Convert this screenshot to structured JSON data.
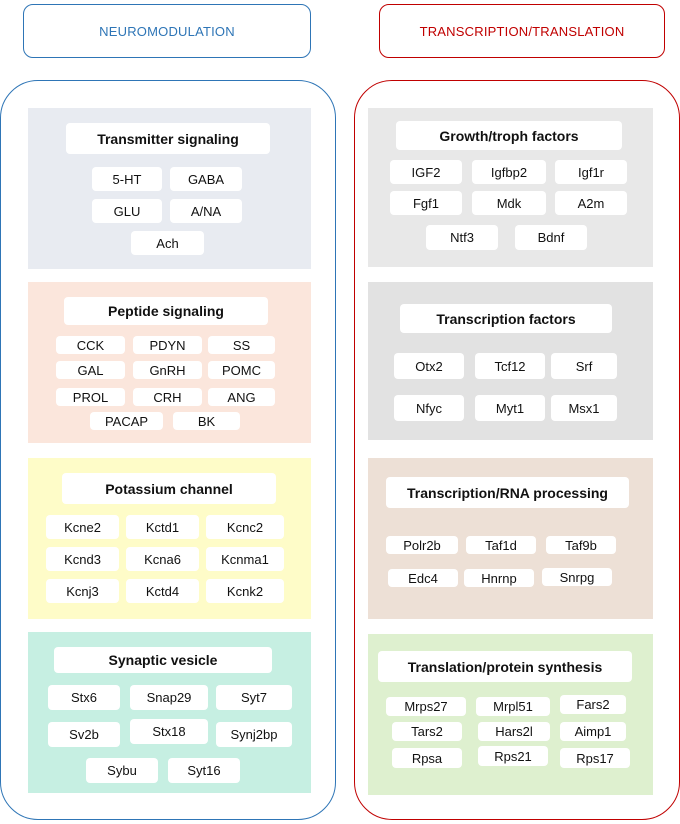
{
  "neuromodulation": {
    "title": "NEUROMODULATION",
    "color": "#2e75b6",
    "sections": [
      {
        "title": "Transmitter signaling",
        "bg": "#e8ebf1",
        "items": [
          "5-HT",
          "GABA",
          "GLU",
          "A/NA",
          "Ach"
        ]
      },
      {
        "title": "Peptide signaling",
        "bg": "#fbe6dc",
        "items": [
          "CCK",
          "PDYN",
          "SS",
          "GAL",
          "GnRH",
          "POMC",
          "PROL",
          "CRH",
          "ANG",
          "PACAP",
          "BK"
        ]
      },
      {
        "title": "Potassium channel",
        "bg": "#fefcc8",
        "items": [
          "Kcne2",
          "Kctd1",
          "Kcnc2",
          "Kcnd3",
          "Kcna6",
          "Kcnma1",
          "Kcnj3",
          "Kctd4",
          "Kcnk2"
        ]
      },
      {
        "title": "Synaptic vesicle",
        "bg": "#c6efe2",
        "items": [
          "Stx6",
          "Snap29",
          "Syt7",
          "Sv2b",
          "Stx18",
          "Synj2bp",
          "Sybu",
          "Syt16"
        ]
      }
    ]
  },
  "transcription_translation": {
    "title": "TRANSCRIPTION/TRANSLATION",
    "color": "#c00000",
    "sections": [
      {
        "title": "Growth/troph factors",
        "bg": "#e8e8e8",
        "items": [
          "IGF2",
          "Igfbp2",
          "Igf1r",
          "Fgf1",
          "Mdk",
          "A2m",
          "Ntf3",
          "Bdnf"
        ]
      },
      {
        "title": "Transcription  factors",
        "bg": "#e2e2e2",
        "items": [
          "Otx2",
          "Tcf12",
          "Srf",
          "Nfyc",
          "Myt1",
          "Msx1"
        ]
      },
      {
        "title": "Transcription/RNA processing",
        "bg": "#ede0d6",
        "items": [
          "Polr2b",
          "Taf1d",
          "Taf9b",
          "Edc4",
          "Hnrnp",
          "Snrpg"
        ]
      },
      {
        "title": "Translation/protein synthesis",
        "bg": "#def0cf",
        "items": [
          "Mrps27",
          "Mrpl51",
          "Fars2",
          "Tars2",
          "Hars2l",
          "Aimp1",
          "Rpsa",
          "Rps21",
          "Rps17"
        ]
      }
    ]
  }
}
